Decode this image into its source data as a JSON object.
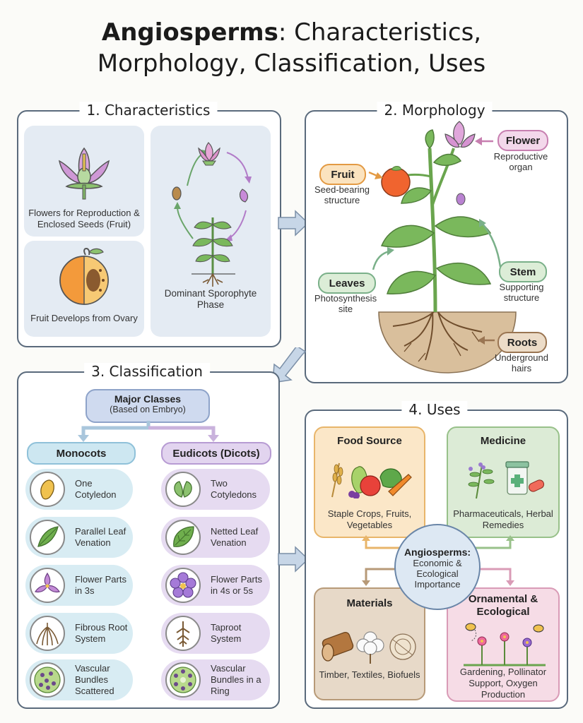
{
  "title": {
    "bold": "Angiosperms",
    "rest_line1": ": Characteristics,",
    "line2": "Morphology, Classification, Uses"
  },
  "characteristics": {
    "heading": "1. Characteristics",
    "flowers": "Flowers for Reproduction & Enclosed Seeds (Fruit)",
    "fruit": "Fruit Develops from Ovary",
    "sporophyte": "Dominant Sporophyte Phase"
  },
  "morphology": {
    "heading": "2. Morphology",
    "flower": {
      "label": "Flower",
      "desc": "Reproductive organ"
    },
    "fruit": {
      "label": "Fruit",
      "desc": "Seed-bearing structure"
    },
    "leaves": {
      "label": "Leaves",
      "desc": "Photosynthesis site"
    },
    "stem": {
      "label": "Stem",
      "desc": "Supporting structure"
    },
    "roots": {
      "label": "Roots",
      "desc": "Underground hairs"
    }
  },
  "classification": {
    "heading": "3. Classification",
    "major": "Major Classes",
    "major_sub": "(Based on Embryo)",
    "monocots": {
      "label": "Monocots",
      "items": [
        "One Cotyledon",
        "Parallel Leaf Venation",
        "Flower Parts in 3s",
        "Fibrous Root System",
        "Vascular Bundles Scattered"
      ]
    },
    "eudicots": {
      "label": "Eudicots (Dicots)",
      "items": [
        "Two Cotyledons",
        "Netted Leaf Venation",
        "Flower Parts in 4s or 5s",
        "Taproot System",
        "Vascular Bundles in a Ring"
      ]
    }
  },
  "uses": {
    "heading": "4. Uses",
    "food": {
      "title": "Food Source",
      "desc": "Staple Crops, Fruits, Vegetables"
    },
    "medicine": {
      "title": "Medicine",
      "desc": "Pharmaceuticals, Herbal Remedies"
    },
    "materials": {
      "title": "Materials",
      "desc": "Timber, Textiles, Biofuels"
    },
    "ornamental": {
      "title": "Ornamental & Ecological",
      "desc": "Gardening, Pollinator Support, Oxygen Production"
    },
    "center": {
      "title": "Angiosperms:",
      "desc": "Economic & Ecological Importance"
    }
  },
  "colors": {
    "accent_blue": "#b9cde2",
    "mono_blue": "#cfe7f1",
    "dicot_purple": "#e4d7ef",
    "food": "#fbe7c8",
    "medicine": "#dcebd6",
    "materials": "#e7d9c8",
    "ornamental": "#f6dce6"
  }
}
